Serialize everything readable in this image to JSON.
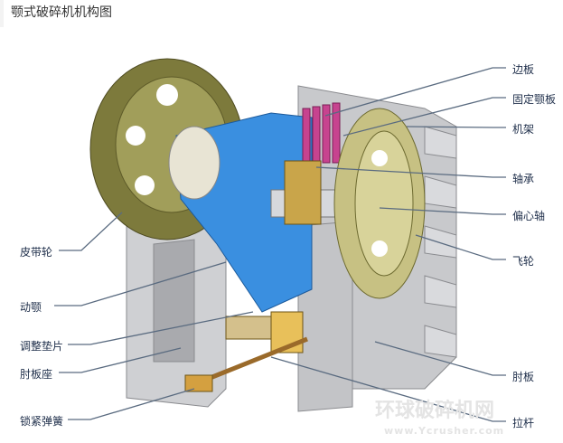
{
  "title": "颚式破碎机机构图",
  "labels_right": [
    "边板",
    "固定颚板",
    "机架",
    "轴承",
    "偏心轴",
    "飞轮",
    "肘板",
    "拉杆"
  ],
  "labels_left": [
    "皮带轮",
    "动颚",
    "调整垫片",
    "肘板座",
    "锁紧弹簧"
  ],
  "watermark": {
    "name": "环球破碎机网",
    "url": "www.Ycrusher.com"
  },
  "colors": {
    "pulley": "#7d7a3c",
    "moving_jaw": "#3a8fe0",
    "frame": "#c8c9cc",
    "label": "#1e2e4a",
    "leader": "#5a6b80"
  }
}
